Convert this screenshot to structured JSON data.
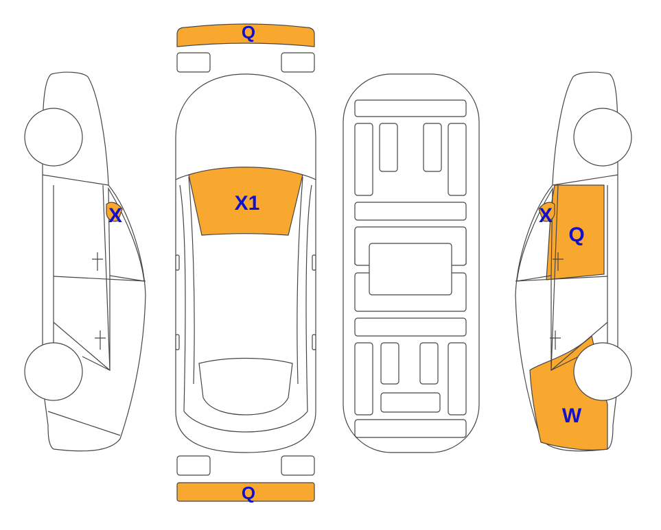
{
  "colors": {
    "damage_fill": "#f9a82f",
    "label_color": "#1111cc",
    "outline": "#444444",
    "background": "#ffffff"
  },
  "marks": {
    "front_bumper": "Q",
    "windshield": "X1",
    "left_mirror": "X",
    "right_mirror": "X",
    "right_front_door": "Q",
    "right_rear_quarter": "W",
    "rear_bumper": "Q"
  }
}
